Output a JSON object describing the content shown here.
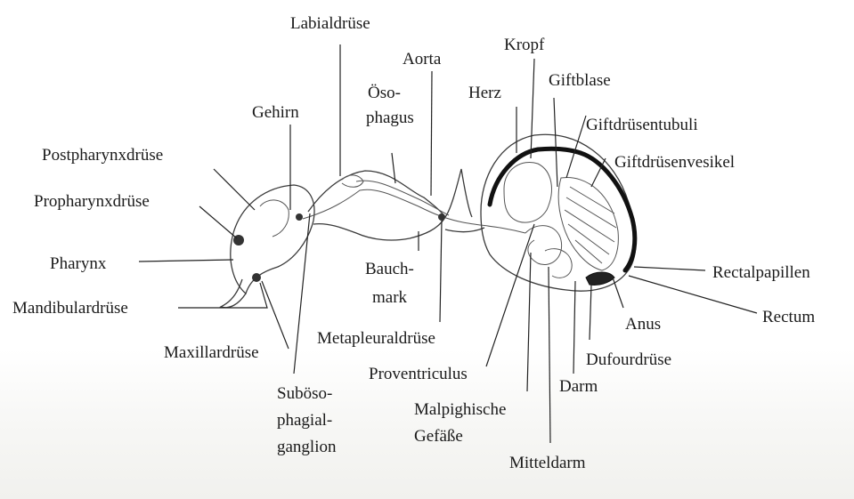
{
  "labels": {
    "labialdruese": "Labialdrüse",
    "aorta": "Aorta",
    "kropf": "Kropf",
    "oeso": "Öso-",
    "phagus": "phagus",
    "herz": "Herz",
    "giftblase": "Giftblase",
    "gehirn": "Gehirn",
    "giftdruesentubuli": "Giftdrüsentubuli",
    "postpharynxdruese": "Postpharynxdrüse",
    "giftdruesenvesikel": "Giftdrüsenvesikel",
    "propharynxdruese": "Propharynxdrüse",
    "pharynx": "Pharynx",
    "bauch": "Bauch-",
    "mark": "mark",
    "rectalpapillen": "Rectalpapillen",
    "mandibulardruese": "Mandibulardrüse",
    "anus": "Anus",
    "rectum": "Rectum",
    "metapleuraldruese": "Metapleuraldrüse",
    "maxillardruese": "Maxillardrüse",
    "dufourdruese": "Dufourdrüse",
    "suboeso": "Suböso-",
    "phagial": "phagial-",
    "ganglion": "ganglion",
    "proventriculus": "Proventriculus",
    "darm": "Darm",
    "malpighische": "Malpighische",
    "gefaesse": "Gefäße",
    "mitteldarm": "Mitteldarm"
  }
}
